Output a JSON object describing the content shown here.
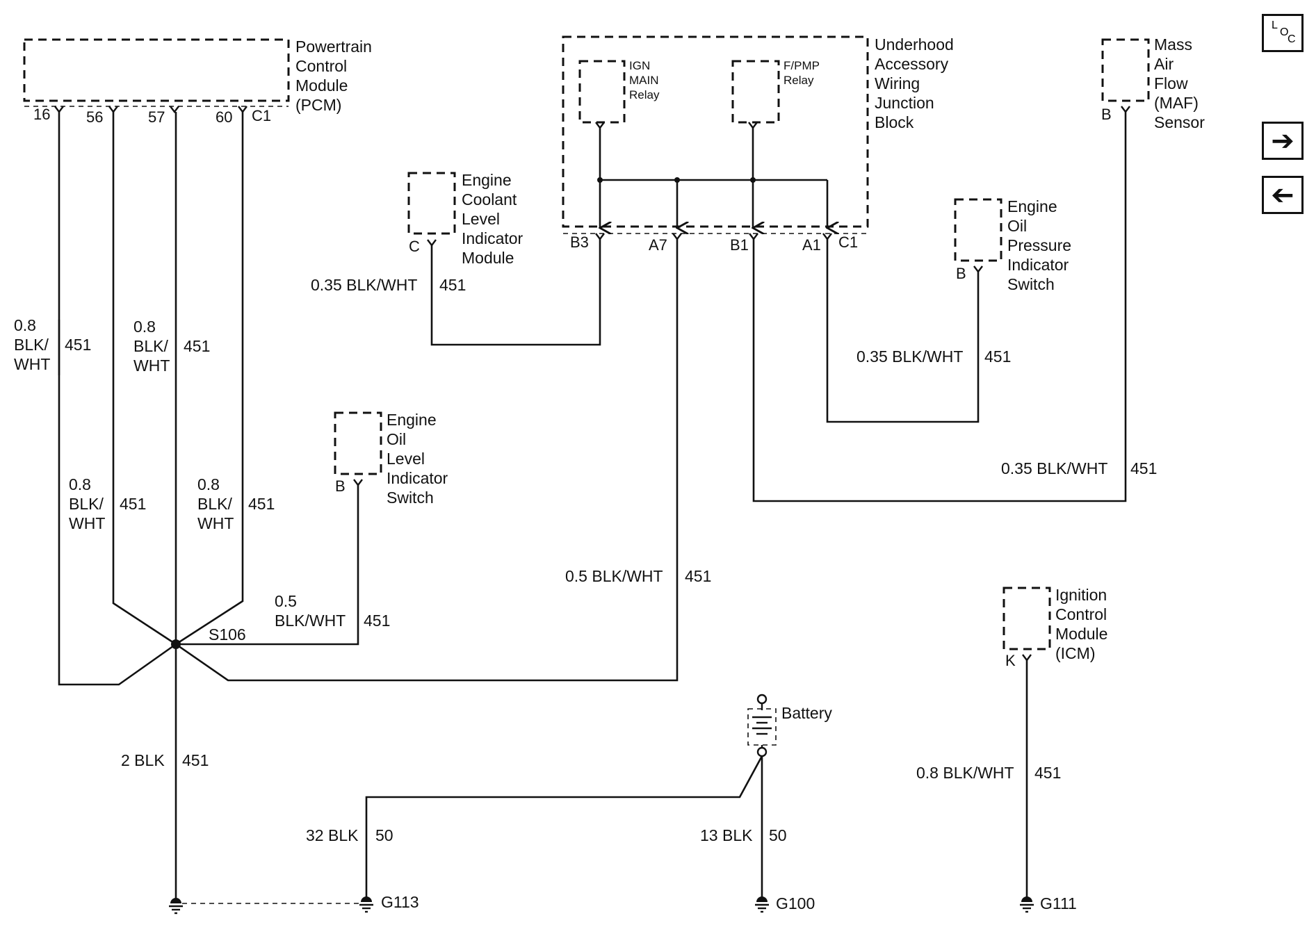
{
  "components": {
    "pcm": [
      "Powertrain",
      "Control",
      "Module",
      "(PCM)"
    ],
    "uawjb": [
      "Underhood",
      "Accessory",
      "Wiring",
      "Junction",
      "Block"
    ],
    "ign_relay": [
      "IGN",
      "MAIN",
      "Relay"
    ],
    "fpmp_relay": [
      "F/PMP",
      "Relay"
    ],
    "maf": [
      "Mass",
      "Air",
      "Flow",
      "(MAF)",
      "Sensor"
    ],
    "eclim": [
      "Engine",
      "Coolant",
      "Level",
      "Indicator",
      "Module"
    ],
    "eopis": [
      "Engine",
      "Oil",
      "Pressure",
      "Indicator",
      "Switch"
    ],
    "eolis": [
      "Engine",
      "Oil",
      "Level",
      "Indicator",
      "Switch"
    ],
    "icm": [
      "Ignition",
      "Control",
      "Module",
      "(ICM)"
    ],
    "battery": "Battery"
  },
  "pins": {
    "pcm_16": "16",
    "pcm_56": "56",
    "pcm_57": "57",
    "pcm_60": "60",
    "pcm_c1": "C1",
    "jb_b3": "B3",
    "jb_a7": "A7",
    "jb_b1": "B1",
    "jb_a1": "A1",
    "jb_c1": "C1",
    "maf_b": "B",
    "eclim_c": "C",
    "eopis_b": "B",
    "eolis_b": "B",
    "icm_k": "K"
  },
  "wires": {
    "pcm16": [
      "0.8",
      "BLK/",
      "WHT"
    ],
    "pcm16_circuit": "451",
    "pcm57": [
      "0.8",
      "BLK/",
      "WHT"
    ],
    "pcm57_circuit": "451",
    "pcm56": [
      "0.8",
      "BLK/",
      "WHT"
    ],
    "pcm56_circuit": "451",
    "pcm60": [
      "0.8",
      "BLK/",
      "WHT"
    ],
    "pcm60_circuit": "451",
    "eclim": "0.35 BLK/WHT",
    "eclim_circuit": "451",
    "eopis": "0.35 BLK/WHT",
    "eopis_circuit": "451",
    "maf": "0.35 BLK/WHT",
    "maf_circuit": "451",
    "a7": "0.5 BLK/WHT",
    "a7_circuit": "451",
    "eolis": [
      "0.5",
      "BLK/WHT"
    ],
    "eolis_circuit": "451",
    "ground_main": "2 BLK",
    "ground_main_circuit": "451",
    "g113": "32 BLK",
    "g113_circuit": "50",
    "g100": "13 BLK",
    "g100_circuit": "50",
    "icm": "0.8 BLK/WHT",
    "icm_circuit": "451"
  },
  "splice": "S106",
  "grounds": {
    "g113": "G113",
    "g100": "G100",
    "g111": "G111"
  },
  "nav": {
    "loc_letters": [
      "L",
      "O",
      "C"
    ],
    "next_icon": "right-arrow-icon",
    "prev_icon": "left-arrow-icon"
  }
}
